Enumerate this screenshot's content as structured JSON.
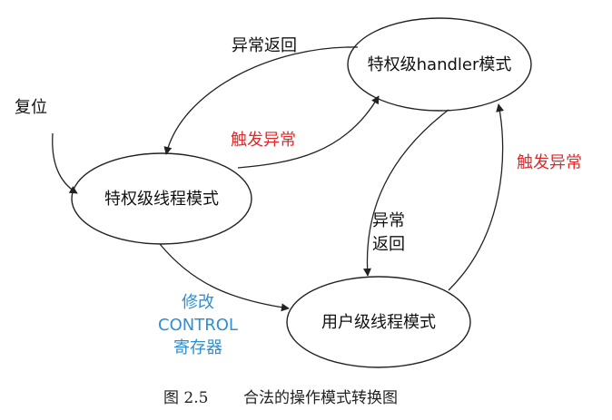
{
  "nodes": {
    "handler_mode": "特权级handler模式",
    "priv_thread": "特权级线程模式",
    "user_thread": "用户级线程模式"
  },
  "labels": {
    "reset": "复位",
    "exception_return_top": "异常返回",
    "trigger_exception_middle": "触发异常",
    "trigger_exception_right": "触发异常",
    "exception_return_vertical": [
      "异常",
      "返回"
    ],
    "modify_control": [
      "修改",
      "CONTROL",
      "寄存器"
    ]
  },
  "caption": {
    "figure_no": "图 2.5",
    "title": "合法的操作模式转换图"
  },
  "colors": {
    "red": "#e02a2a",
    "blue": "#2f8fd0",
    "stroke": "#222222"
  }
}
